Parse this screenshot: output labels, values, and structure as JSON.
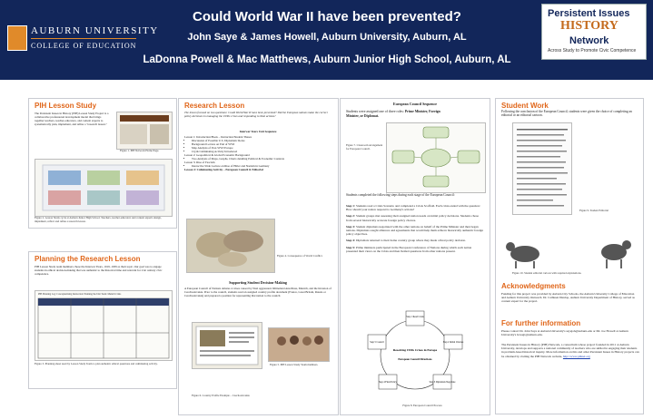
{
  "header": {
    "title": "Could World War II have been prevented?",
    "subtitle": "John Saye & James Howell, Auburn University, Auburn, AL",
    "authors2": "LaDonna Powell & Mac Matthews, Auburn Junior High School, Auburn, AL",
    "left_logo": {
      "university": "AUBURN UNIVERSITY",
      "college": "COLLEGE OF EDUCATION"
    },
    "right_logo": {
      "line1": "Persistent Issues",
      "line2": "HISTORY",
      "line3": "Network",
      "tagline": "Across Study to Promote Civic Competence"
    }
  },
  "pih": {
    "heading": "PIH Lesson Study",
    "body": "The Persistent Issues in History (PIH) Lesson Study Project is a collaborative professional development model that brings together teachers, teacher-educators, and content experts to systematically plan, implement, and refine a \"research lesson.\"",
    "fig1_caption": "Figure 1. PIH Network Home Page.",
    "fig2_caption": "Figure 2. Lesson Study cycle at Auburn Junior High School. Teachers, teacher-educators and content experts design, implement, reflect and refine a research lesson."
  },
  "planning": {
    "heading": "Planning the Research Lesson",
    "body": "PIH Lesson Study team members chose the Interwar Years, 1919–1939 as their topic. Our goal was to engage students in ethical decision-making that was authentic to the historical time and relevant for 21st century civic competence.",
    "fig3_caption": "Figure 3. Planning sheet used by Lesson Study Team to plan authentic ethical questions and culminating activity.",
    "table_title": "PIH Planning Log: Conceptualizing Instruction: Planning the Unit        Team: Munich Crisis"
  },
  "research": {
    "heading": "Research Lesson",
    "intro": "The lesson focused on two questions: Could World War II have been prevented? Did the European nations make the correct policy decisions in managing the 1930s crises and responding to Nazi actions?",
    "unit_heading": "Interwar Years Unit Sequence",
    "lessons": [
      {
        "title": "Lesson 1: Introduction/Hook – Instruction/Student Theses",
        "items": [
          "Discussion of Possible U.S. Diplomatic Roles",
          "Background Lecture on End of WWI",
          "Map Analysis of Post-WWI Europe",
          "CQ & Culminating Activity Introduced"
        ]
      },
      {
        "title": "Lesson 2: Geopolitical & Global Economic Background",
        "items": [
          "Two Analysis of Maps, Graphs, Charts detailing Political & Economic Contexts"
        ]
      },
      {
        "title": "Lesson 3: Rise of Fascism",
        "items": [
          "Interactive Slide Lecture on Rise of Hitler and Nazism in Germany"
        ]
      }
    ],
    "lesson4": "Lesson 4: Culminating Activity – European Council & Editorial",
    "fig4_caption": "Figure 4. Consequence of World Conflict.",
    "support_heading": "Supporting Student Decision-Making",
    "support_body": "A European Council of Nations debates 4 crises caused by Nazi aggression: Rhineland Anschluss, Munich, and the Invasion of Czechoslovakia. Prior to the council, students read an assigned country profile document (France, Great Britain, Russia or Czechoslovakia) and prepared a position for representing that nation to the council.",
    "fig5_caption": "Figure 5. PIH Lesson Study Team members.",
    "fig6_caption": "Figure 6. Country Profile Example – Czechoslovakia"
  },
  "council": {
    "heading": "European Council Sequence",
    "intro_plain": "Students were assigned one of three roles:",
    "intro_bold": "Prime Minister, Foreign Minister, or Diplomat.",
    "fig7_caption": "Figure 7. Classroom arrangement for European Council.",
    "steps_intro": "Students completed the following steps during each stage of the European Council:",
    "steps": [
      {
        "label": "Step 1:",
        "text": "Students read a Crisis Scenario and completed a Crisis Scaffold. Each crisis ended with the question: How should your nation respond to Germany's actions?"
      },
      {
        "label": "Step 2:",
        "text": "Student groups met assessing their assigned nation needs on initial policy decisions. Students chose from several historically accurate foreign policy choices."
      },
      {
        "label": "Step 3:",
        "text": "Student diplomats negotiated with the other nations on behalf of the Prime Minister and then began nations. Diplomats sought alliances and agreements that would help them achieve historically authentic foreign policy objectives."
      },
      {
        "label": "Step 4:",
        "text": "Diplomats returned to their home country group where they made a final policy decision."
      },
      {
        "label": "Step 5:",
        "text": "Prime ministers participated in the European Conference of Nations during which each nation presented their views on the Crisis and then fielded questions from other nations present."
      }
    ],
    "cycle_nodes": [
      "Step 1 Read Crisis",
      "Step 2 Initial Choices",
      "Step 3 Diplomats Negotiate",
      "Step 4 Final Policy",
      "Step 5 Council"
    ],
    "cycle_center": "Resolving 1930s Crises in Europe",
    "cycle_sub": "European Council Directions",
    "fig8_caption": "Figure 8. European Council Process"
  },
  "student": {
    "heading": "Student Work",
    "body": "Following the conclusion of the European Council, students were given the choice of completing an editorial or an editorial cartoon.",
    "fig9_caption": "Figure 9. Student Editorial",
    "fig10_caption": "Figure 10. Student editorial cartoon with required explanations."
  },
  "ack": {
    "heading": "Acknowledgments",
    "body": "Funding for this project was provided by Auburn City Schools, the Auburn University College of Education and Auburn University Outreach. Dr. Cathleen Dunlop, Auburn University Department of History, served as content expert for the project."
  },
  "more": {
    "heading": "For further information",
    "body1": "Please contact Dr. John Saye at Auburn University's sayejoh@auburn.edu or Mr. Joe Howell at Auburn University's howejt@auburn.edu.",
    "body2": "The Persistent Issues in History (PIH) Network, a consortium whose project founded in 2011 at Auburn University, develops and supports a national community of teachers who are skilled in engaging their students in problem-based historical inquiry. More information on this and other Persistent Issues in History projects can be obtained by visiting the PIH Network website,",
    "link": "http://www.pihnet.org"
  }
}
